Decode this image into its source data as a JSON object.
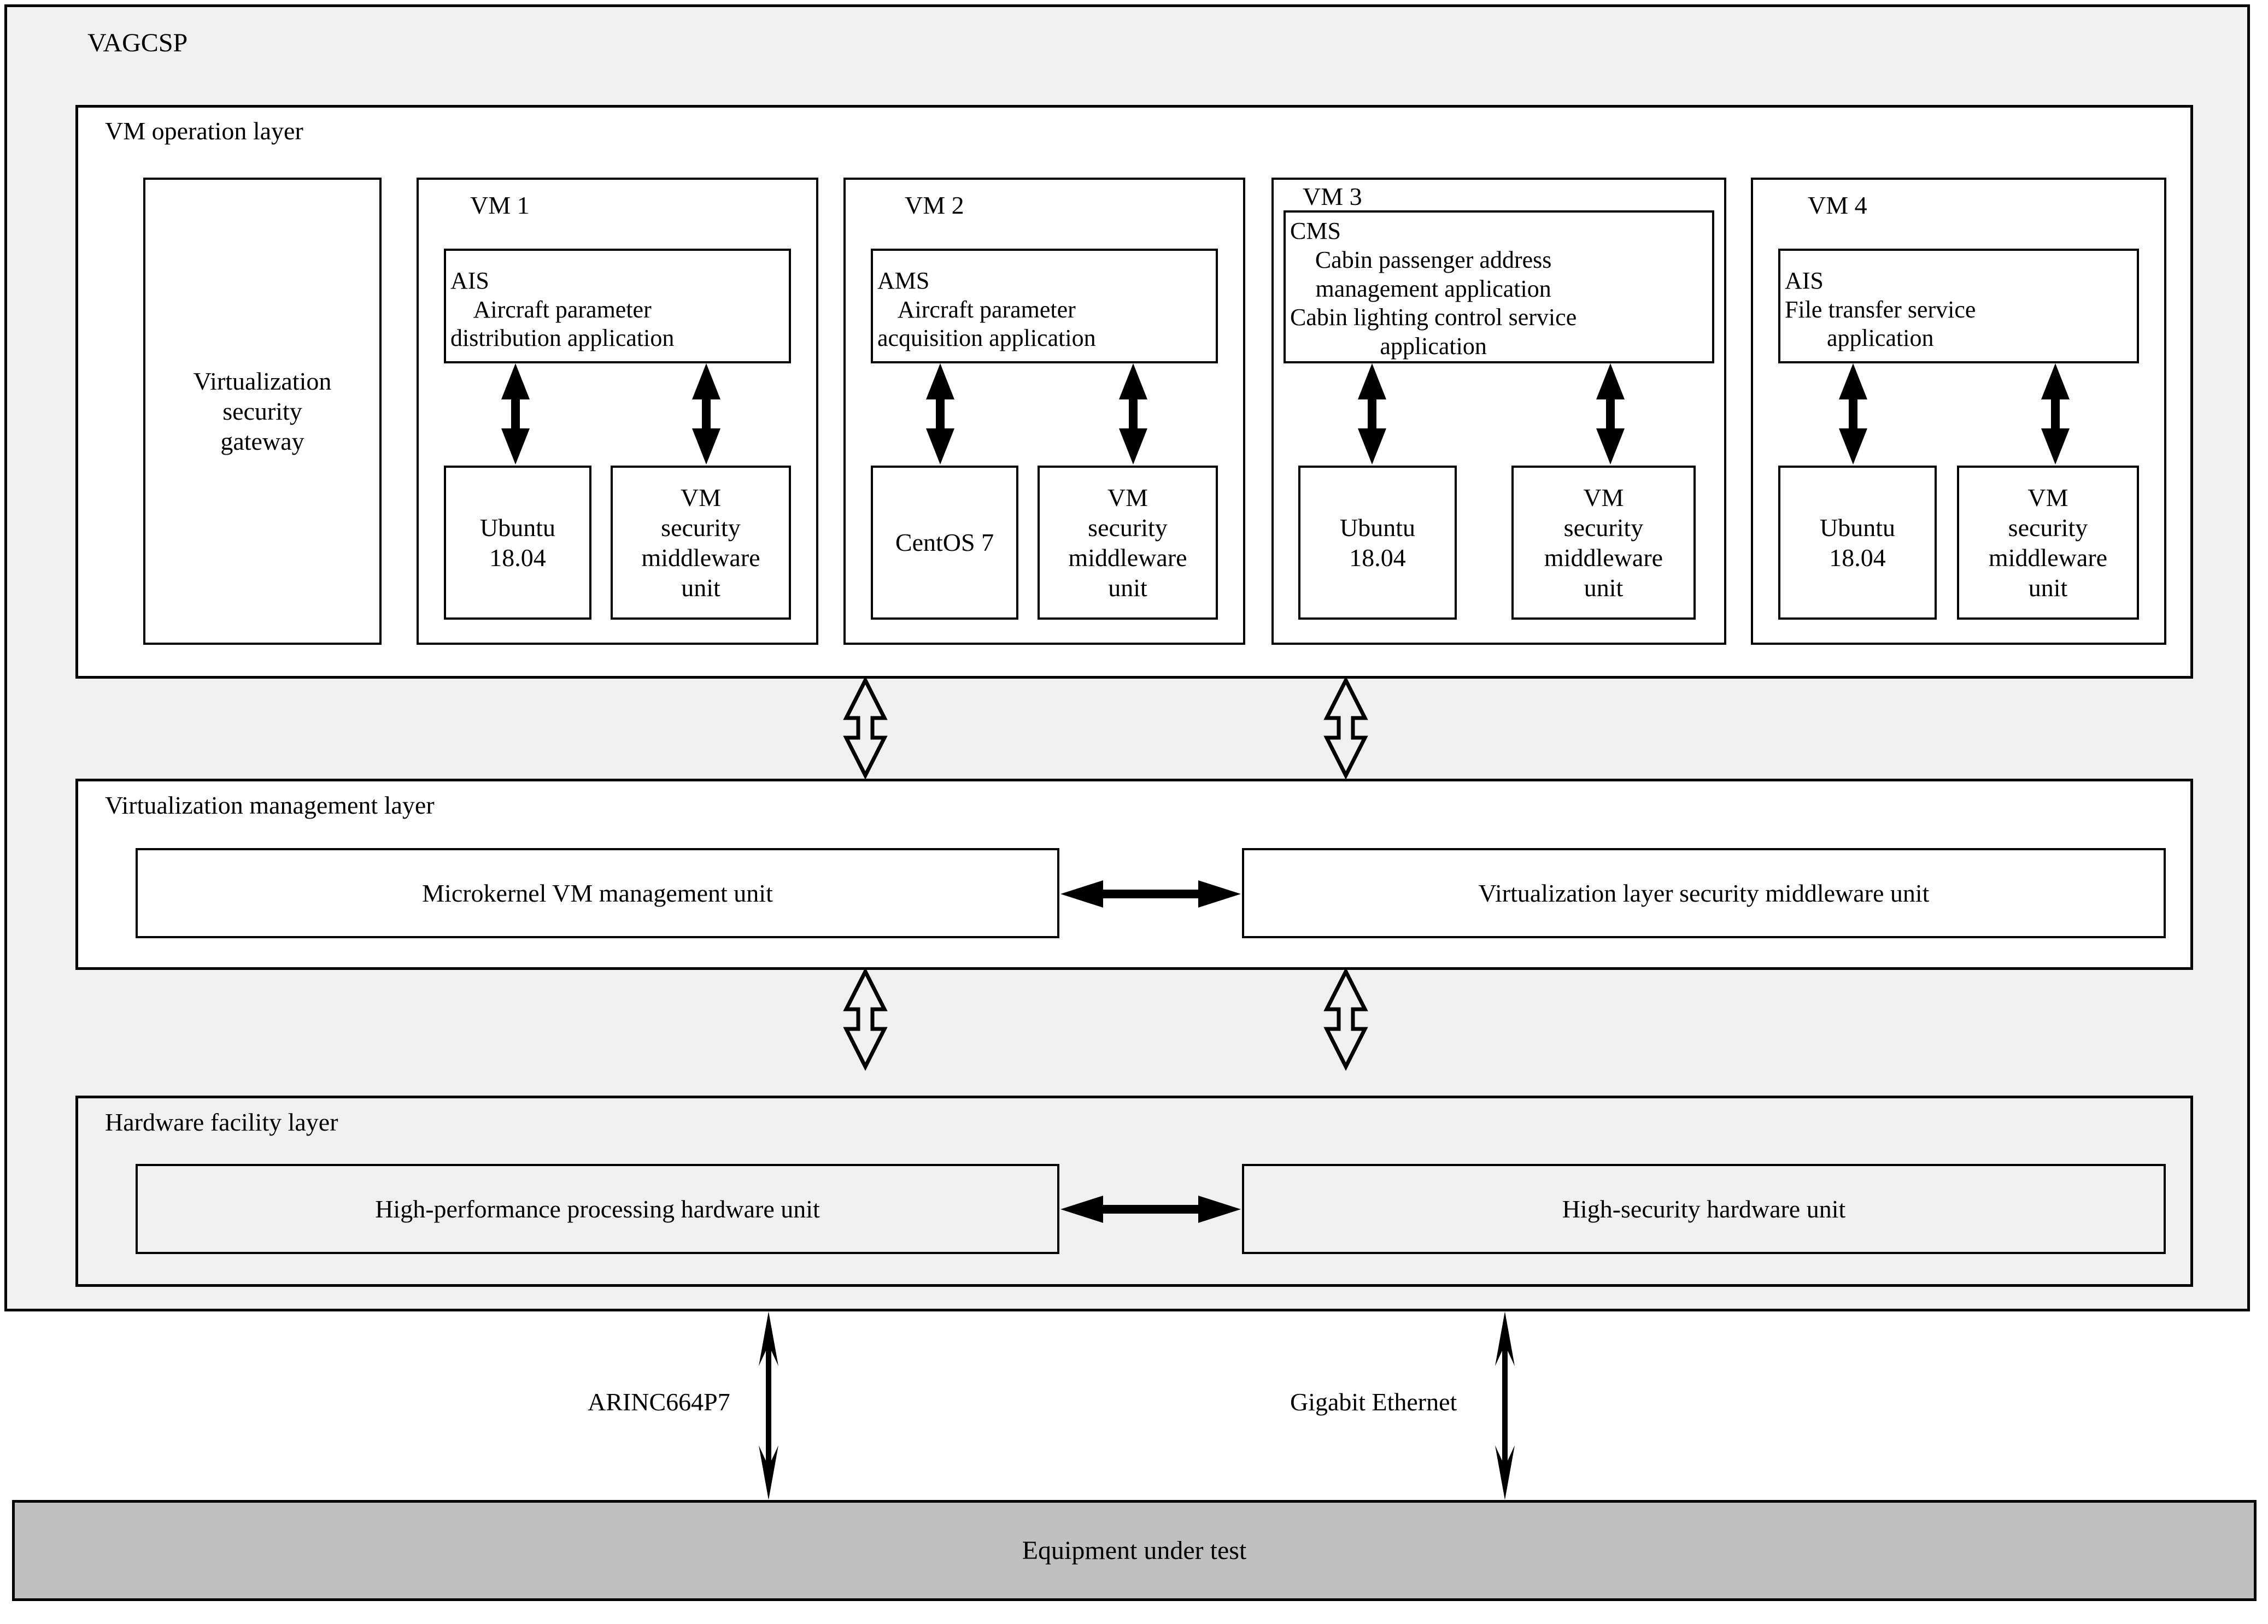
{
  "diagram": {
    "title": "VAGCSP",
    "layers": [
      {
        "name": "VM operation layer",
        "gateway": "Virtualization\nsecurity\ngateway",
        "vms": [
          {
            "label": "VM 1",
            "app_title": "AIS",
            "app_body": "Aircraft parameter\ndistribution application",
            "os": "Ubuntu\n18.04",
            "middleware": "VM\nsecurity\nmiddleware\nunit"
          },
          {
            "label": "VM 2",
            "app_title": "AMS",
            "app_body": "Aircraft parameter\nacquisition application",
            "os": "CentOS 7",
            "middleware": "VM\nsecurity\nmiddleware\nunit"
          },
          {
            "label": "VM 3",
            "app_title": "CMS",
            "app_body": "Cabin passenger address\nmanagement application\nCabin lighting control service\napplication",
            "os": "Ubuntu\n18.04",
            "middleware": "VM\nsecurity\nmiddleware\nunit"
          },
          {
            "label": "VM 4",
            "app_title": "AIS",
            "app_body": "File transfer service\napplication",
            "os": "Ubuntu\n18.04",
            "middleware": "VM\nsecurity\nmiddleware\nunit"
          }
        ]
      },
      {
        "name": "Virtualization management layer",
        "left_unit": "Microkernel VM management unit",
        "right_unit": "Virtualization layer security middleware unit"
      },
      {
        "name": "Hardware facility layer",
        "left_unit": "High-performance processing hardware unit",
        "right_unit": "High-security hardware unit"
      }
    ],
    "external": {
      "equipment": "Equipment under test",
      "bus_left": "ARINC664P7",
      "bus_right": "Gigabit Ethernet"
    },
    "colors": {
      "outline": "#000000",
      "panel_gray": "#f0f0f0",
      "equipment_gray": "#c0c0c0",
      "white": "#ffffff"
    }
  }
}
